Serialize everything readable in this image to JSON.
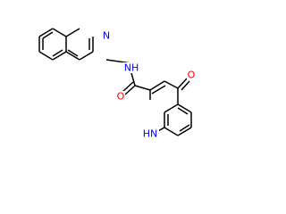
{
  "diagram": {
    "type": "chemical-structure",
    "colors": {
      "bond": "#000000",
      "nitrogen": "#0000ff",
      "oxygen": "#ff0000",
      "background": "#ffffff"
    },
    "atoms": [
      {
        "id": "n_quinoline",
        "element": "N",
        "label": "N"
      },
      {
        "id": "n_amide",
        "element": "N",
        "label": "NH"
      },
      {
        "id": "o_amide",
        "element": "O",
        "label": "O"
      },
      {
        "id": "o_ketone",
        "element": "O",
        "label": "O"
      },
      {
        "id": "n_ring",
        "element": "N",
        "label": "HN"
      }
    ]
  }
}
